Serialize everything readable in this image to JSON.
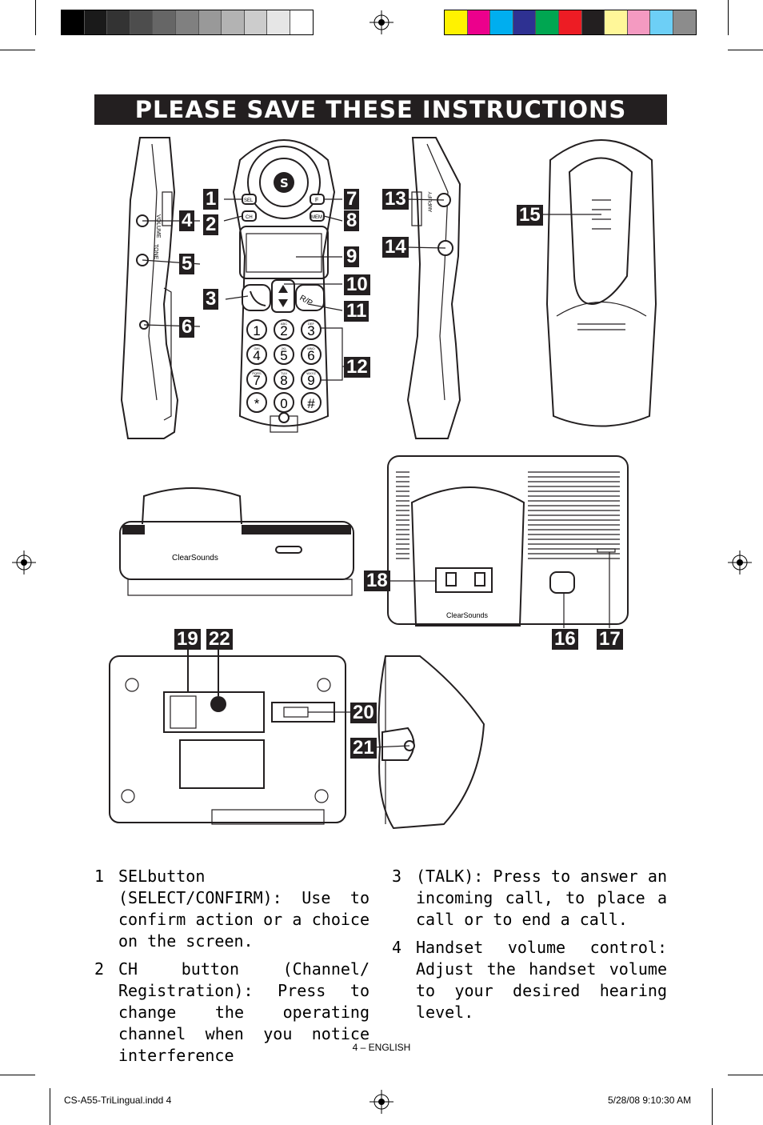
{
  "banner": {
    "title": "PLEASE SAVE THESE INSTRUCTIONS"
  },
  "print_marks": {
    "swatches_gray": [
      "#000000",
      "#1a1a1a",
      "#333333",
      "#4d4d4d",
      "#666666",
      "#808080",
      "#999999",
      "#b3b3b3",
      "#cccccc",
      "#e6e6e6",
      "#ffffff"
    ],
    "swatches_color": [
      "#fff200",
      "#ec008c",
      "#00aeef",
      "#2e3192",
      "#00a651",
      "#ed1c24",
      "#231f20",
      "#fff799",
      "#f49ac1",
      "#6dcff6",
      "#8c8c8c"
    ]
  },
  "figure": {
    "callouts": [
      "1",
      "2",
      "3",
      "4",
      "5",
      "6",
      "7",
      "8",
      "9",
      "10",
      "11",
      "12",
      "13",
      "14",
      "15",
      "16",
      "17",
      "18",
      "19",
      "20",
      "21",
      "22"
    ],
    "key_labels": {
      "sel": "SEL",
      "ch": "CH",
      "f": "F",
      "mem": "MEM",
      "rp": "R/P",
      "volume": "VOLUME",
      "tone": "TONE",
      "amplify": "AMPLIFY",
      "keys": [
        "1",
        "2",
        "3",
        "4",
        "5",
        "6",
        "7",
        "8",
        "9",
        "*",
        "0",
        "#"
      ],
      "key_letters": [
        "",
        "ABC",
        "DEF",
        "GHI",
        "JKL",
        "MNO",
        "PQRS",
        "TUV",
        "WXYZ"
      ],
      "brand": "ClearSounds"
    }
  },
  "instructions": {
    "left": [
      {
        "num": "1",
        "text": "SELbutton (SELECT/CONFIRM): Use to confirm action or a choice on the screen."
      },
      {
        "num": "2",
        "text": "CH button (Channel/ Registration): Press to change the operating channel when you notice interference"
      }
    ],
    "right": [
      {
        "num": "3",
        "text": "(TALK): Press to answer an incoming call, to place a call or to end a call."
      },
      {
        "num": "4",
        "text": "Handset volume control: Adjust the handset volume to your desired hearing level."
      }
    ]
  },
  "footer": {
    "page": "4 – ENGLISH"
  },
  "slug": {
    "file": "CS-A55-TriLingual.indd   4",
    "date": "5/28/08   9:10:30 AM"
  }
}
